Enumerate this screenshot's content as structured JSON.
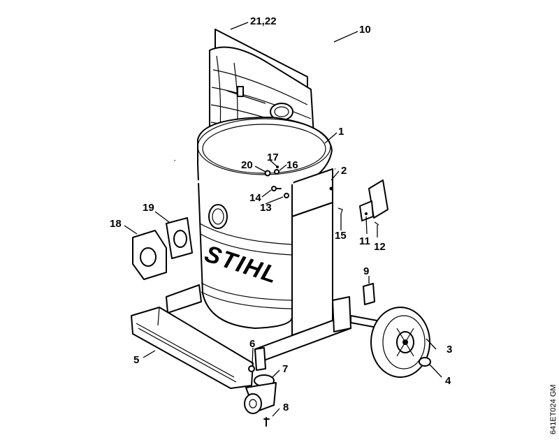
{
  "diagram": {
    "brand_text": "STIHL",
    "drawing_code": "641ET024 GM",
    "part_labels": [
      {
        "id": "p1",
        "text": "1"
      },
      {
        "id": "p2",
        "text": "2"
      },
      {
        "id": "p3",
        "text": "3"
      },
      {
        "id": "p4",
        "text": "4"
      },
      {
        "id": "p5",
        "text": "5"
      },
      {
        "id": "p6",
        "text": "6"
      },
      {
        "id": "p7",
        "text": "7"
      },
      {
        "id": "p8",
        "text": "8"
      },
      {
        "id": "p9",
        "text": "9"
      },
      {
        "id": "p10",
        "text": "10"
      },
      {
        "id": "p11",
        "text": "11"
      },
      {
        "id": "p12",
        "text": "12"
      },
      {
        "id": "p13",
        "text": "13"
      },
      {
        "id": "p14",
        "text": "14"
      },
      {
        "id": "p15",
        "text": "15"
      },
      {
        "id": "p16",
        "text": "16"
      },
      {
        "id": "p17",
        "text": "17"
      },
      {
        "id": "p18",
        "text": "18"
      },
      {
        "id": "p19",
        "text": "19"
      },
      {
        "id": "p20",
        "text": "20"
      },
      {
        "id": "p2122",
        "text": "21,22"
      }
    ]
  }
}
